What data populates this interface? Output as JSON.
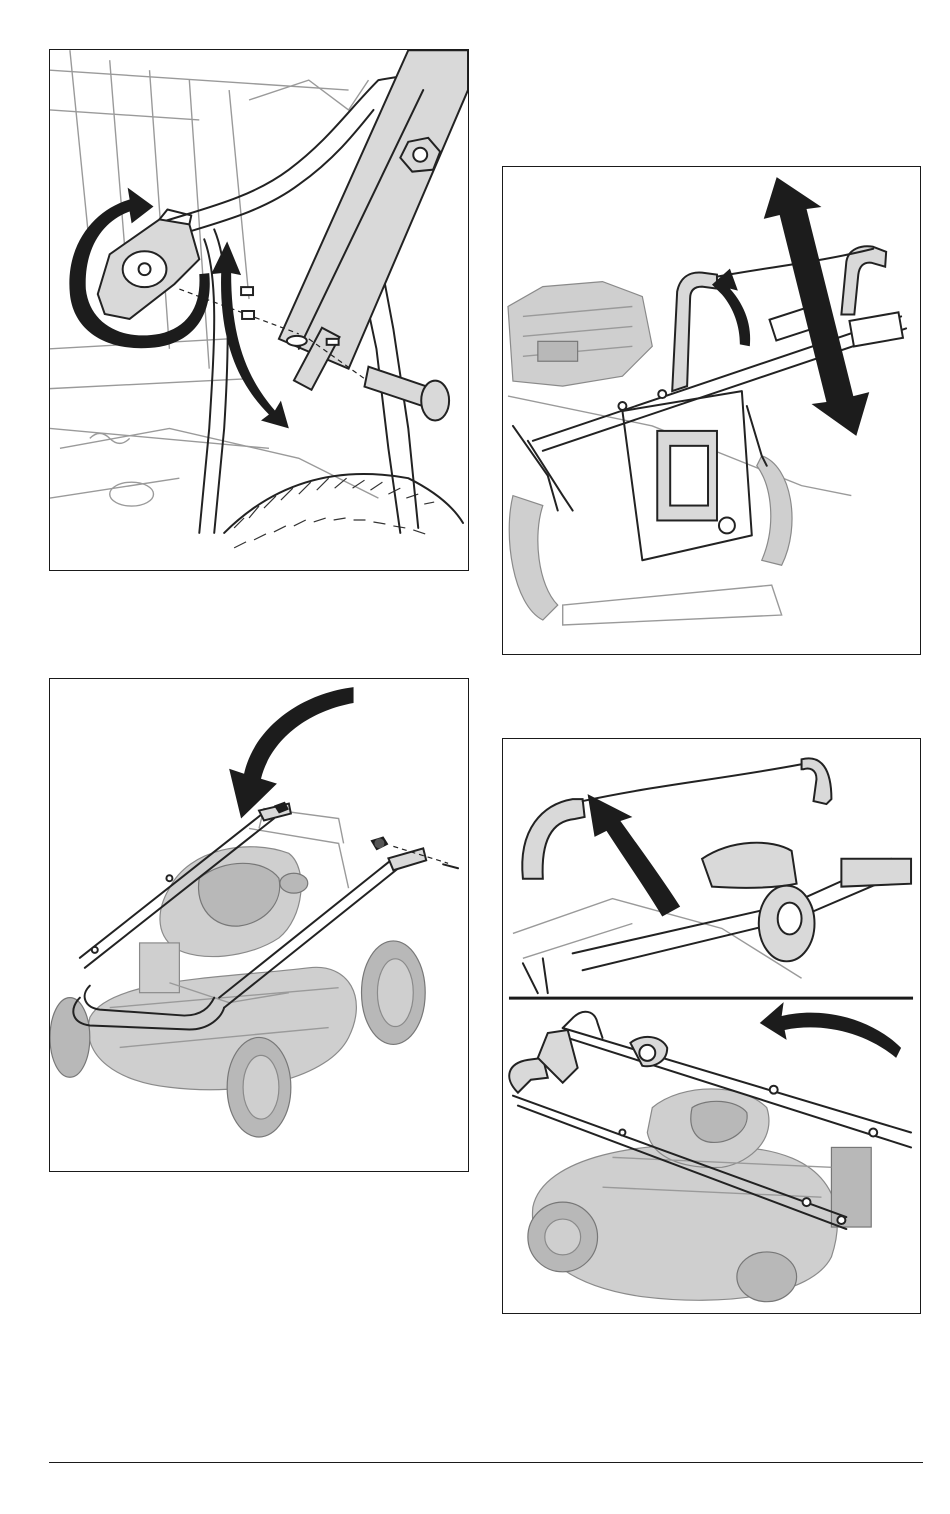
{
  "figures": [
    {
      "id": "handle-knob-bolt",
      "arrows": [
        "rotate-arrow",
        "swing-arrow"
      ]
    },
    {
      "id": "handle-height-adjust",
      "arrows": [
        "lift-arrow",
        "up-down-arrow"
      ]
    },
    {
      "id": "handle-fold-over-mower",
      "arrows": [
        "fold-down-arrow"
      ]
    },
    {
      "id": "handle-fold-back",
      "arrows": [
        "raise-arrow",
        "rotate-back-arrow"
      ]
    }
  ],
  "colors": {
    "line": "#1a1a1a",
    "ghost": "#cfcfcf",
    "arrow": "#1c1c1c"
  }
}
